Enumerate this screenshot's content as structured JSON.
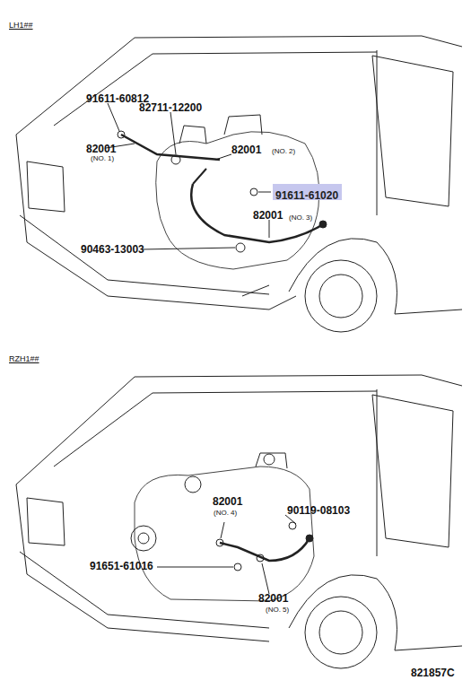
{
  "diagram": {
    "nodes": [
      {
        "text": [
          "91611-61020"
        ]
      }
    ],
    "labels": [
      "LH1##",
      "91611-60812",
      "82711-12200",
      "82001",
      "(NO. 1)",
      "82001",
      "(NO. 2)",
      "82001",
      "(NO. 3)",
      "90463-13003",
      "RZH1##",
      "82001",
      "(NO. 4)",
      "90119-08103",
      "91651-61016",
      "82001",
      "(NO. 5)",
      "821857C"
    ]
  }
}
